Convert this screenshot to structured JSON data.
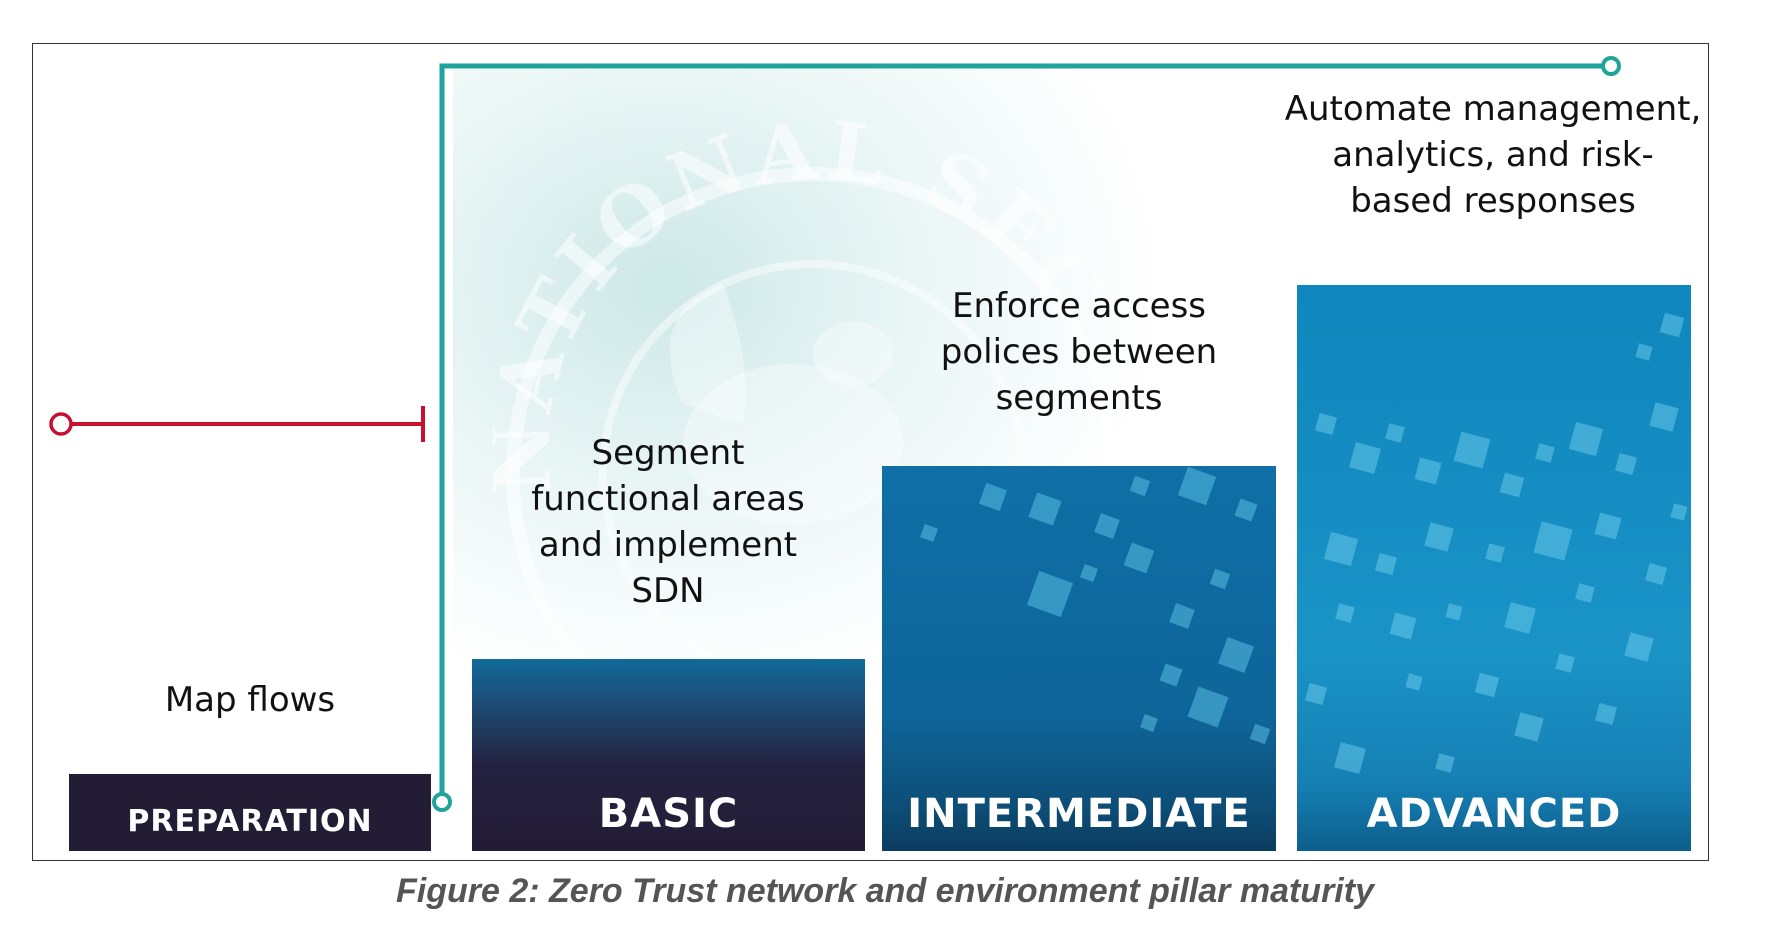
{
  "stages": [
    {
      "id": "preparation",
      "name": "PREPARATION",
      "description": "Map flows"
    },
    {
      "id": "basic",
      "name": "BASIC",
      "description": "Segment functional areas and implement SDN"
    },
    {
      "id": "intermediate",
      "name": "INTERMEDIATE",
      "description": "Enforce access polices between segments"
    },
    {
      "id": "advanced",
      "name": "ADVANCED",
      "description": "Automate management, analytics, and risk-based responses"
    }
  ],
  "seal_text": "NATIONAL SECURITY",
  "caption": "Figure 2: Zero Trust network and environment pillar maturity",
  "colors": {
    "preparation": "#231c35",
    "basic_top": "#0f6a9a",
    "intermediate": "#0f6fa6",
    "advanced": "#1a93c7",
    "timeline_teal": "#1fa39b",
    "timeline_red": "#c8102e"
  }
}
